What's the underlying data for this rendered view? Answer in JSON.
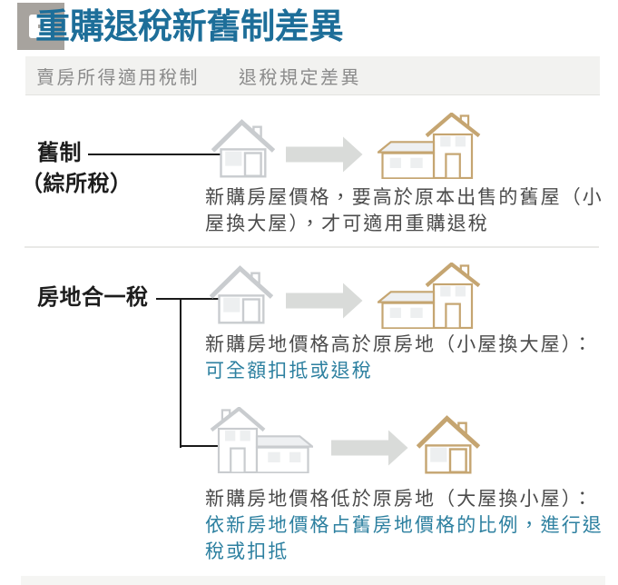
{
  "header": {
    "title": "重購退稅新舊制差異",
    "icon": "photo-overlay-icon"
  },
  "tabs": {
    "items": [
      {
        "label": "賣房所得適用稅制"
      },
      {
        "label": "退稅規定差異"
      }
    ]
  },
  "sections": [
    {
      "id": "old-system",
      "label_line1": "舊制",
      "label_line2": "（綜所稅）",
      "from_icon": "small-house-icon",
      "to_icon": "large-house-icon",
      "description": "新購房屋價格，要高於原本出售的舊屋（小屋換大屋），才可適用重購退稅",
      "highlight": ""
    },
    {
      "id": "house-land-unified-tax",
      "label": "房地合一稅",
      "branches": [
        {
          "from_icon": "small-house-icon",
          "to_icon": "large-house-icon",
          "description": "新購房地價格高於原房地（小屋換大屋）：",
          "highlight": "可全額扣抵或退稅"
        },
        {
          "from_icon": "large-house-icon",
          "to_icon": "small-house-icon",
          "description": "新購房地價格低於原房地（大屋換小屋）：",
          "highlight": "依新房地價格占舊房地價格的比例，進行退稅或扣抵"
        }
      ]
    }
  ],
  "colors": {
    "title_blue": "#1d6e99",
    "body_blue": "#2d80a0",
    "text_dark": "#4b4b4b",
    "label_black": "#1d1d1d",
    "tab_text": "#8b8b8b",
    "band_bg": "#f2f2f0",
    "band_border": "#e2e2e0",
    "divider": "#e9e9e7",
    "arrow_gray": "#d9dbd9",
    "house_gray": "#c9cccf",
    "house_tan": "#c5a571",
    "window_gray": "#edeff0",
    "roof_fill": "#eef0f2",
    "icon_gray": "#a7a39e",
    "bottom_band": "#f5f5f3",
    "connector": "#1a1a1a"
  }
}
